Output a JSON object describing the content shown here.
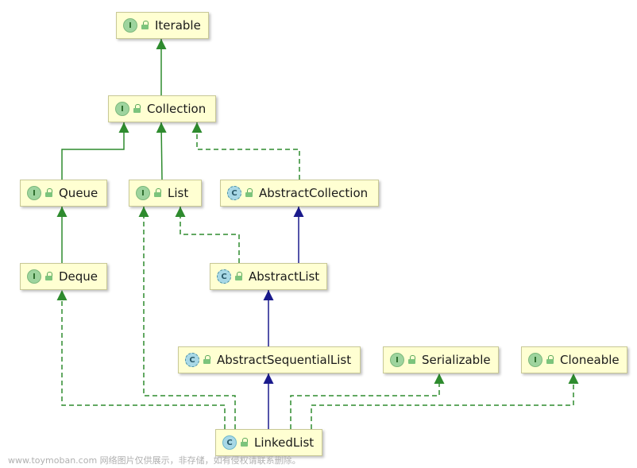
{
  "nodes": [
    {
      "id": "iterable",
      "kind": "I",
      "label": "Iterable"
    },
    {
      "id": "collection",
      "kind": "I",
      "label": "Collection"
    },
    {
      "id": "queue",
      "kind": "I",
      "label": "Queue"
    },
    {
      "id": "list",
      "kind": "I",
      "label": "List"
    },
    {
      "id": "abstractcollection",
      "kind": "C",
      "label": "AbstractCollection"
    },
    {
      "id": "deque",
      "kind": "I",
      "label": "Deque"
    },
    {
      "id": "abstractlist",
      "kind": "C",
      "label": "AbstractList"
    },
    {
      "id": "abstractsequentiallist",
      "kind": "C",
      "label": "AbstractSequentialList"
    },
    {
      "id": "serializable",
      "kind": "I",
      "label": "Serializable"
    },
    {
      "id": "cloneable",
      "kind": "I",
      "label": "Cloneable"
    },
    {
      "id": "linkedlist",
      "kind": "C",
      "label": "LinkedList"
    }
  ],
  "edges": [
    {
      "from": "collection",
      "to": "iterable",
      "type": "extends"
    },
    {
      "from": "queue",
      "to": "collection",
      "type": "extends"
    },
    {
      "from": "list",
      "to": "collection",
      "type": "extends"
    },
    {
      "from": "abstractcollection",
      "to": "collection",
      "type": "implements"
    },
    {
      "from": "deque",
      "to": "queue",
      "type": "extends"
    },
    {
      "from": "abstractlist",
      "to": "list",
      "type": "implements"
    },
    {
      "from": "abstractlist",
      "to": "abstractcollection",
      "type": "class-extends"
    },
    {
      "from": "abstractsequentiallist",
      "to": "abstractlist",
      "type": "class-extends"
    },
    {
      "from": "linkedlist",
      "to": "abstractsequentiallist",
      "type": "class-extends"
    },
    {
      "from": "linkedlist",
      "to": "deque",
      "type": "implements"
    },
    {
      "from": "linkedlist",
      "to": "list",
      "type": "implements"
    },
    {
      "from": "linkedlist",
      "to": "serializable",
      "type": "implements"
    },
    {
      "from": "linkedlist",
      "to": "cloneable",
      "type": "implements"
    }
  ],
  "colors": {
    "interface_edge": "#2e8b2e",
    "class_edge": "#1a1a8c",
    "node_fill": "#ffffd2"
  },
  "watermark": "www.toymoban.com 网络图片仅供展示，非存储，如有侵权请联系删除。"
}
